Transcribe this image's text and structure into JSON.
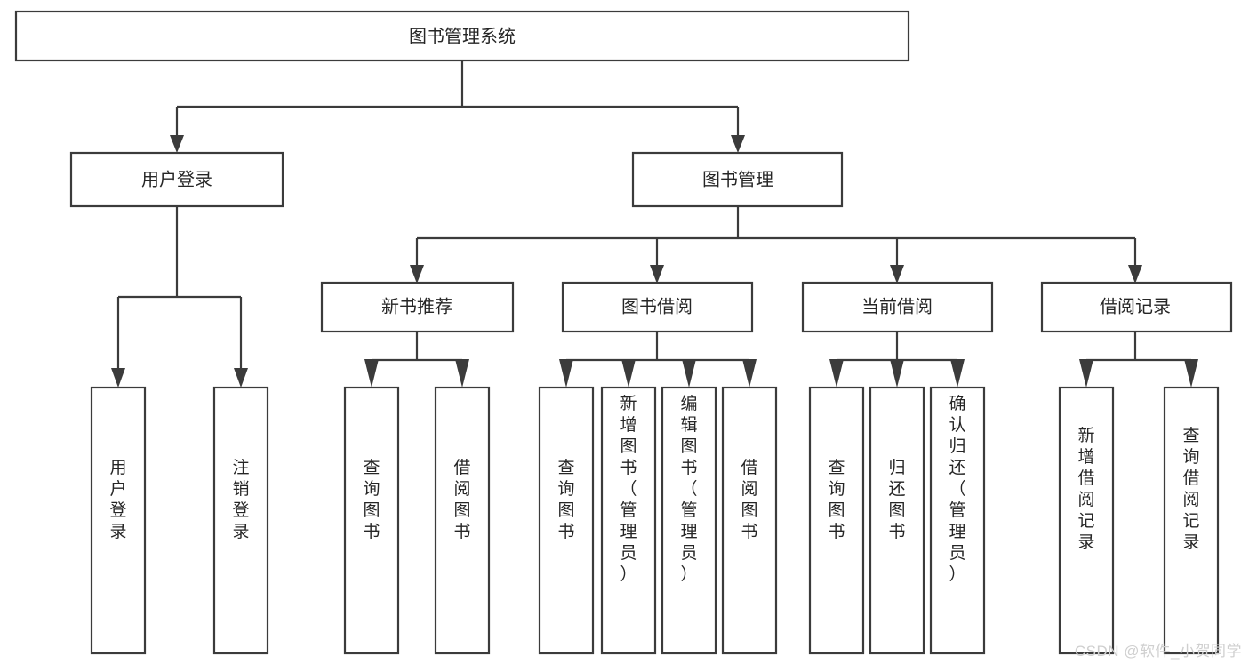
{
  "diagram": {
    "type": "tree",
    "title": "图书管理系统",
    "orientation": "top-down",
    "colors": {
      "box_stroke": "#3b3b3b",
      "box_fill": "#ffffff",
      "connector": "#3b3b3b",
      "text": "#262626",
      "watermark": "#cfcfcf",
      "background": "#ffffff"
    },
    "root": {
      "label": "图书管理系统"
    },
    "level2": [
      {
        "id": "user-login",
        "label": "用户登录"
      },
      {
        "id": "book-manage",
        "label": "图书管理"
      }
    ],
    "level3": [
      {
        "id": "new-book-recommend",
        "label": "新书推荐",
        "parent": "book-manage"
      },
      {
        "id": "book-borrow",
        "label": "图书借阅",
        "parent": "book-manage"
      },
      {
        "id": "current-borrow",
        "label": "当前借阅",
        "parent": "book-manage"
      },
      {
        "id": "borrow-record",
        "label": "借阅记录",
        "parent": "book-manage"
      }
    ],
    "leaves": {
      "user-login": [
        {
          "id": "leaf-user-login",
          "label": "用户登录"
        },
        {
          "id": "leaf-logout-login",
          "label": "注销登录"
        }
      ],
      "new-book-recommend": [
        {
          "id": "leaf-query-book-1",
          "label": "查询图书"
        },
        {
          "id": "leaf-borrow-book-1",
          "label": "借阅图书"
        }
      ],
      "book-borrow": [
        {
          "id": "leaf-query-book-2",
          "label": "查询图书"
        },
        {
          "id": "leaf-add-book-admin",
          "label": "新增图书（管理员）"
        },
        {
          "id": "leaf-edit-book-admin",
          "label": "编辑图书（管理员）"
        },
        {
          "id": "leaf-borrow-book-2",
          "label": "借阅图书"
        }
      ],
      "current-borrow": [
        {
          "id": "leaf-query-book-3",
          "label": "查询图书"
        },
        {
          "id": "leaf-return-book",
          "label": "归还图书"
        },
        {
          "id": "leaf-confirm-return-admin",
          "label": "确认归还（管理员）"
        }
      ],
      "borrow-record": [
        {
          "id": "leaf-add-borrow-record",
          "label": "新增借阅记录"
        },
        {
          "id": "leaf-query-borrow-record",
          "label": "查询借阅记录"
        }
      ]
    }
  },
  "watermark": {
    "text": "CSDN @软件_小贺同学"
  }
}
